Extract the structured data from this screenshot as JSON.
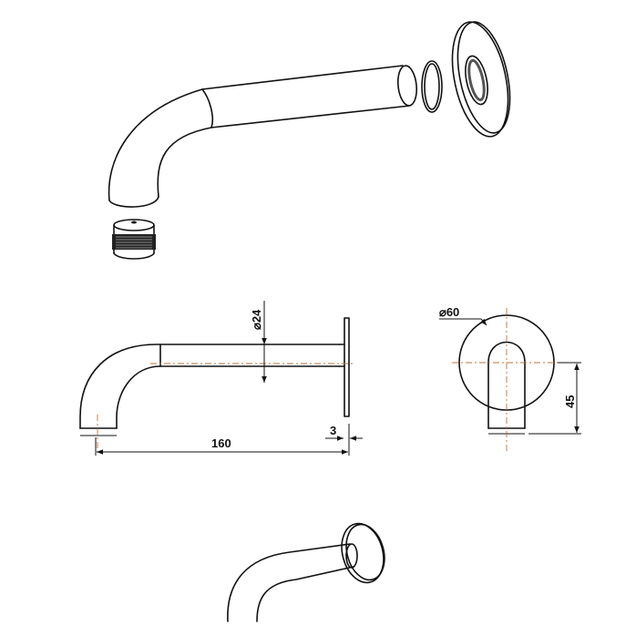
{
  "dimensions": {
    "spout_length": "160",
    "pipe_diameter": "24",
    "flange_thickness": "3",
    "flange_diameter": "60",
    "outlet_height": "45"
  },
  "colors": {
    "line": "#111111",
    "centerline": "#c0703a",
    "background": "#ffffff"
  }
}
